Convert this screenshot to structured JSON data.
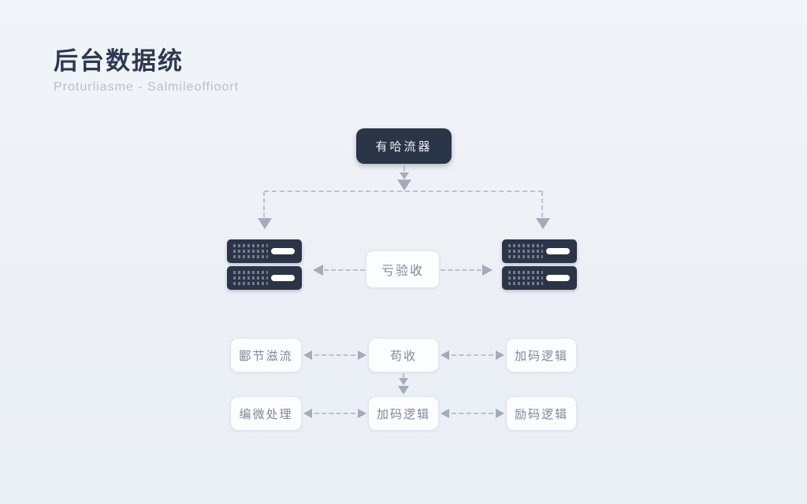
{
  "header": {
    "title": "后台数据统",
    "subtitle": "Proturliasme - Salmileoffioort"
  },
  "diagram": {
    "top_node": "有哈流器",
    "validator_node": "亏验收",
    "grid": {
      "row1_left": "郾节滋流",
      "row1_center": "苟收",
      "row1_right": "加码逻辑",
      "row2_left": "编微处理",
      "row2_center": "加码逻辑",
      "row2_right": "励码逻辑"
    }
  },
  "colors": {
    "background": "#eef1f6",
    "node_dark": "#2b3548",
    "node_light_bg": "#fcfdfe",
    "node_border": "#dfe4ec",
    "node_text": "#7e8899",
    "title_text": "#2e3a50",
    "subtitle_text": "#b9c0cb",
    "connector": "#a4abba"
  }
}
